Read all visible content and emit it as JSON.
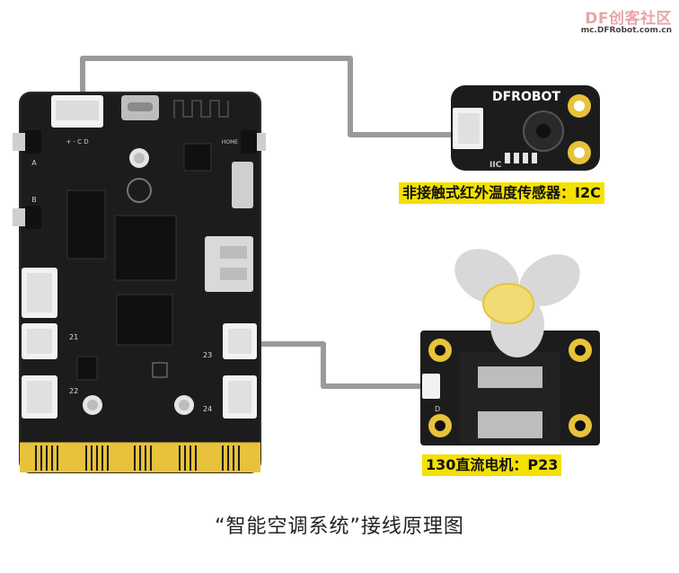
{
  "logo": {
    "main": "DF创客社区",
    "sub": "mc.DFRobot.com.cn"
  },
  "board": {
    "pin_labels": [
      "21",
      "22",
      "23",
      "24"
    ],
    "button_labels": [
      "A",
      "B"
    ],
    "home_label": "HOME",
    "connector_label": "+ - C D"
  },
  "sensor": {
    "brand": "DFROBOT",
    "iic_label": "IIC",
    "label": "非接触式红外温度传感器：I2C"
  },
  "motor": {
    "label": "130直流电机：P23",
    "pin_label": "D"
  },
  "caption": "“智能空调系统”接线原理图",
  "colors": {
    "board": "#1b1b1b",
    "wire": "#9a9a9a",
    "label_bg": "#f4e100",
    "gold": "#e7c23a"
  }
}
